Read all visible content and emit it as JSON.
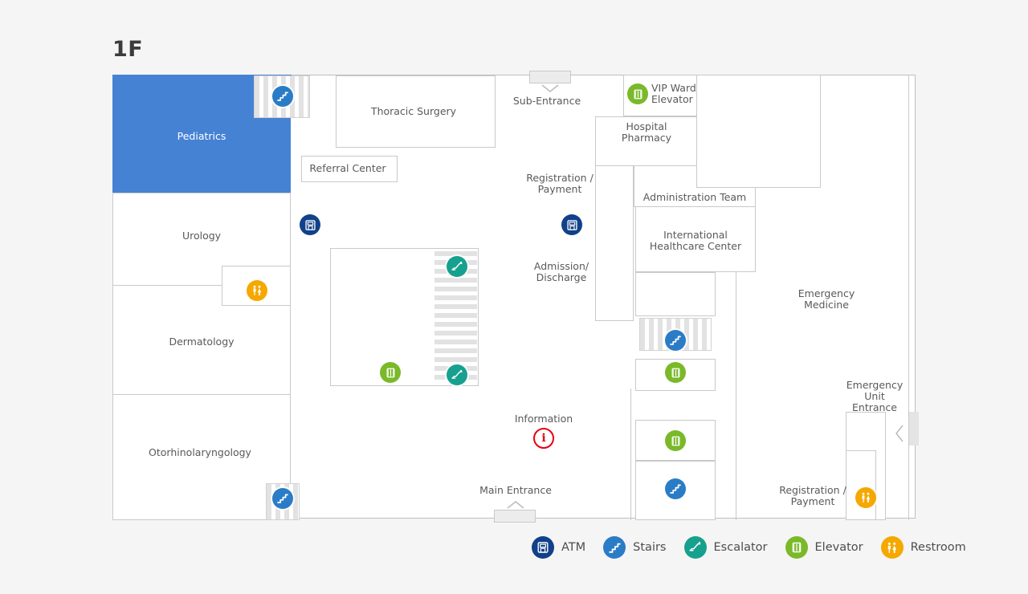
{
  "floor": {
    "title": "1F"
  },
  "map": {
    "rooms": [
      {
        "name": "pediatrics",
        "label": "Pediatrics"
      },
      {
        "name": "urology",
        "label": "Urology"
      },
      {
        "name": "dermatology",
        "label": "Dermatology"
      },
      {
        "name": "otorhinolaryngology",
        "label": "Otorhinolaryngology"
      },
      {
        "name": "thoracic-surgery",
        "label": "Thoracic Surgery"
      },
      {
        "name": "referral-center",
        "label": "Referral Center"
      },
      {
        "name": "hospital-pharmacy",
        "label": "Hospital\nPharmacy"
      },
      {
        "name": "administration-team",
        "label": "Administration Team"
      },
      {
        "name": "international-healthcare-center",
        "label": "International\nHealthcare Center"
      }
    ],
    "area_labels": [
      {
        "name": "sub-entrance",
        "label": "Sub-Entrance"
      },
      {
        "name": "registration-payment-center",
        "label": "Registration /\nPayment"
      },
      {
        "name": "admission-discharge",
        "label": "Admission/\nDischarge"
      },
      {
        "name": "emergency-medicine",
        "label": "Emergency\nMedicine"
      },
      {
        "name": "emergency-unit-entrance",
        "label": "Emergency\nUnit Entrance"
      },
      {
        "name": "registration-payment-emergency",
        "label": "Registration /\nPayment"
      },
      {
        "name": "information",
        "label": "Information"
      },
      {
        "name": "main-entrance",
        "label": "Main Entrance"
      },
      {
        "name": "vip-ward-elevator",
        "label": "VIP Ward\nElevator"
      }
    ],
    "markers": [
      {
        "name": "stairs-pediatrics",
        "type": "stairs"
      },
      {
        "name": "atm-referral",
        "type": "atm"
      },
      {
        "name": "restroom-urology",
        "type": "restroom"
      },
      {
        "name": "escalator-up-center",
        "type": "escalator"
      },
      {
        "name": "escalator-down-center",
        "type": "escalator"
      },
      {
        "name": "elevator-center",
        "type": "elevator"
      },
      {
        "name": "stairs-otorhinolaryngology",
        "type": "stairs"
      },
      {
        "name": "atm-registration",
        "type": "atm"
      },
      {
        "name": "elevator-vip-ward",
        "type": "elevator"
      },
      {
        "name": "stairs-mid-right",
        "type": "stairs"
      },
      {
        "name": "elevator-mid-right",
        "type": "elevator"
      },
      {
        "name": "elevator-lower-right",
        "type": "elevator"
      },
      {
        "name": "stairs-lower-right",
        "type": "stairs"
      },
      {
        "name": "restroom-emergency",
        "type": "restroom"
      },
      {
        "name": "information-point",
        "type": "information"
      }
    ],
    "colors": {
      "highlight_room": "#4682d4",
      "atm": "#10418a",
      "stairs": "#2b7cc6",
      "escalator": "#17a08e",
      "elevator": "#7ab929",
      "restroom": "#f5a800",
      "information": "#e60012",
      "wall": "#c9c9c9",
      "background": "#f5f5f5"
    }
  },
  "legend": {
    "items": [
      {
        "icon": "atm-icon",
        "label": "ATM"
      },
      {
        "icon": "stairs-icon",
        "label": "Stairs"
      },
      {
        "icon": "escalator-icon",
        "label": "Escalator"
      },
      {
        "icon": "elevator-icon",
        "label": "Elevator"
      },
      {
        "icon": "restroom-icon",
        "label": "Restroom"
      }
    ]
  }
}
